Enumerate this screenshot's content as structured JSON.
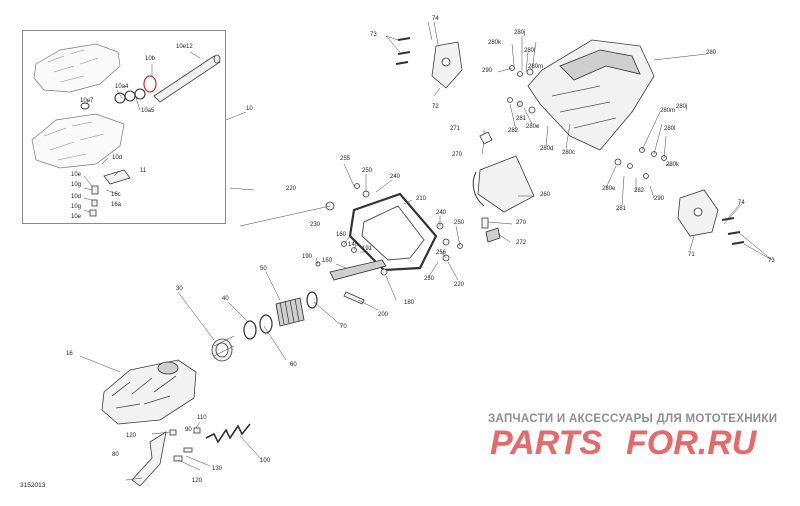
{
  "drawing_number": "3152013",
  "watermark": {
    "caption": "ЗАПЧАСТИ И АКСЕССУАРЫ ДЛЯ МОТОТЕХНИКИ",
    "brand_left": "PARTS",
    "brand_right": "FOR.RU",
    "brand_color": "#e8696b"
  },
  "callouts": [
    {
      "id": "10e12",
      "text": "10e12"
    },
    {
      "id": "10b",
      "text": "10b"
    },
    {
      "id": "10a4",
      "text": "10a4"
    },
    {
      "id": "10e7",
      "text": "10e7"
    },
    {
      "id": "10a5",
      "text": "10a5"
    },
    {
      "id": "10",
      "text": "10"
    },
    {
      "id": "10d",
      "text": "10d"
    },
    {
      "id": "10e",
      "text": "10e"
    },
    {
      "id": "11",
      "text": "11"
    },
    {
      "id": "10g",
      "text": "10g"
    },
    {
      "id": "10d2",
      "text": "10d"
    },
    {
      "id": "16c",
      "text": "16c"
    },
    {
      "id": "10g2",
      "text": "10g"
    },
    {
      "id": "16a",
      "text": "16a"
    },
    {
      "id": "10e2",
      "text": "10e"
    },
    {
      "id": "16",
      "text": "16"
    },
    {
      "id": "30",
      "text": "30"
    },
    {
      "id": "40",
      "text": "40"
    },
    {
      "id": "50",
      "text": "50"
    },
    {
      "id": "60",
      "text": "60"
    },
    {
      "id": "70",
      "text": "70"
    },
    {
      "id": "80",
      "text": "80"
    },
    {
      "id": "90",
      "text": "90"
    },
    {
      "id": "100",
      "text": "100"
    },
    {
      "id": "110",
      "text": "110"
    },
    {
      "id": "120a",
      "text": "120"
    },
    {
      "id": "120b",
      "text": "120"
    },
    {
      "id": "130",
      "text": "130"
    },
    {
      "id": "140",
      "text": "140"
    },
    {
      "id": "150",
      "text": "150"
    },
    {
      "id": "160",
      "text": "160"
    },
    {
      "id": "180",
      "text": "180"
    },
    {
      "id": "190",
      "text": "190"
    },
    {
      "id": "191",
      "text": "191"
    },
    {
      "id": "200",
      "text": "200"
    },
    {
      "id": "210",
      "text": "210"
    },
    {
      "id": "220a",
      "text": "220"
    },
    {
      "id": "220b",
      "text": "220"
    },
    {
      "id": "230a",
      "text": "230"
    },
    {
      "id": "230b",
      "text": "230"
    },
    {
      "id": "240a",
      "text": "240"
    },
    {
      "id": "240b",
      "text": "240"
    },
    {
      "id": "250a",
      "text": "250"
    },
    {
      "id": "250b",
      "text": "250"
    },
    {
      "id": "255",
      "text": "255"
    },
    {
      "id": "256",
      "text": "256"
    },
    {
      "id": "260",
      "text": "260"
    },
    {
      "id": "270a",
      "text": "270"
    },
    {
      "id": "270b",
      "text": "270"
    },
    {
      "id": "271",
      "text": "271"
    },
    {
      "id": "272",
      "text": "272"
    },
    {
      "id": "280",
      "text": "280"
    },
    {
      "id": "280k",
      "text": "280k"
    },
    {
      "id": "280j",
      "text": "280j"
    },
    {
      "id": "280l",
      "text": "280l"
    },
    {
      "id": "280m",
      "text": "280m"
    },
    {
      "id": "280c",
      "text": "280c"
    },
    {
      "id": "280d",
      "text": "280d"
    },
    {
      "id": "280e",
      "text": "280e"
    },
    {
      "id": "280m2",
      "text": "280m"
    },
    {
      "id": "280j2",
      "text": "280j"
    },
    {
      "id": "280l2",
      "text": "280l"
    },
    {
      "id": "280k2",
      "text": "280k"
    },
    {
      "id": "280e2",
      "text": "280e"
    },
    {
      "id": "281a",
      "text": "281"
    },
    {
      "id": "281b",
      "text": "281"
    },
    {
      "id": "282a",
      "text": "282"
    },
    {
      "id": "282b",
      "text": "282"
    },
    {
      "id": "290a",
      "text": "290"
    },
    {
      "id": "290b",
      "text": "290"
    },
    {
      "id": "71",
      "text": "71"
    },
    {
      "id": "72",
      "text": "72"
    },
    {
      "id": "73a",
      "text": "73"
    },
    {
      "id": "73b",
      "text": "73"
    },
    {
      "id": "74a",
      "text": "74"
    },
    {
      "id": "74b",
      "text": "74"
    }
  ]
}
